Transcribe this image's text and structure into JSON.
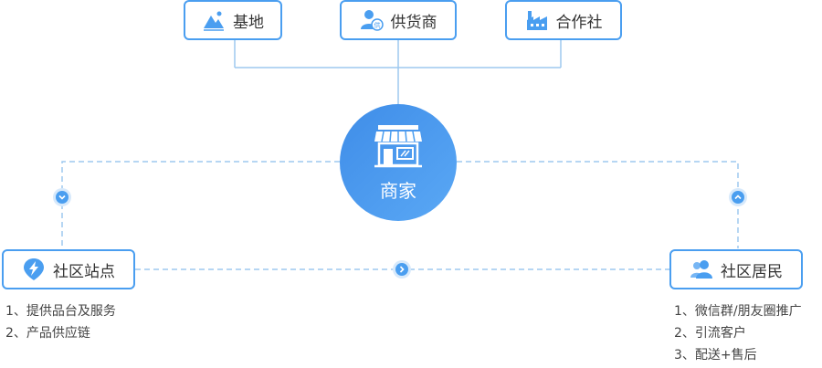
{
  "top_nodes": [
    {
      "label": "基地",
      "icon": "mountain-icon"
    },
    {
      "label": "供货商",
      "icon": "supplier-user-icon"
    },
    {
      "label": "合作社",
      "icon": "factory-icon"
    }
  ],
  "hub": {
    "label": "商家",
    "icon": "storefront-icon"
  },
  "left_node": {
    "label": "社区站点",
    "icon": "lightning-pin-icon"
  },
  "right_node": {
    "label": "社区居民",
    "icon": "residents-icon"
  },
  "left_list": [
    "1、提供品台及服务",
    "2、产品供应链"
  ],
  "right_list": [
    "1、微信群/朋友圈推广",
    "2、引流客户",
    "3、配送+售后"
  ],
  "colors": {
    "accent": "#4a9ef0",
    "line": "#9ec9ef",
    "hub_from": "#3f8de8",
    "hub_to": "#5aa8f5"
  }
}
